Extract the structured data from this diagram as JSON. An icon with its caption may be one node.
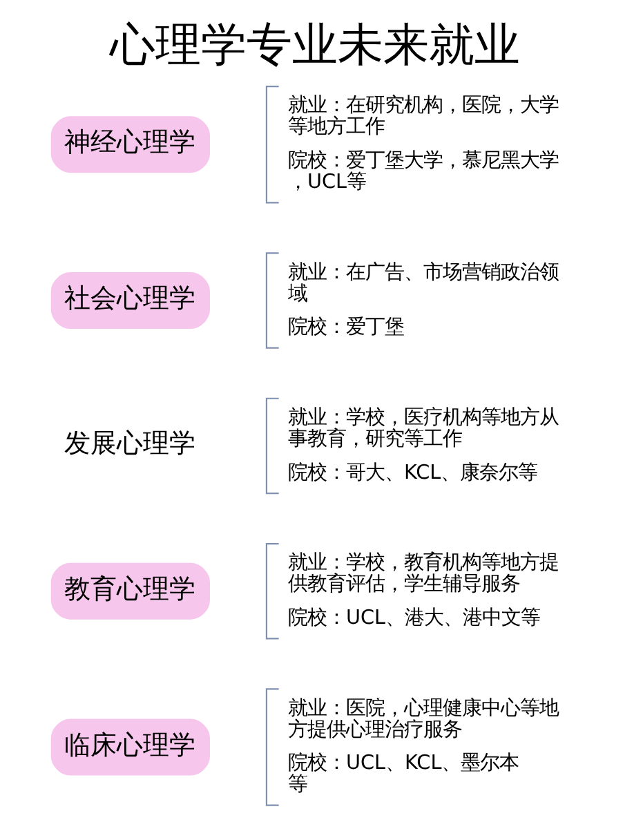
{
  "diagram": {
    "title": "心理学专业未来就业",
    "nodes": [
      {
        "text": [
          "临床心理学"
        ]
      },
      {
        "text": [
          "就业：医院，心理健康中心等地方提供心理治疗服务",
          "院校：UCL、KCL、墨尔本等"
        ]
      },
      {
        "text": [
          "教育心理学"
        ]
      },
      {
        "text": [
          "就业：学校，教育机构等地方提供教育评估，学生辅导服务",
          "院校：UCL、港大、港中文等"
        ]
      },
      {
        "text": [
          "发展心理学"
        ]
      },
      {
        "text": [
          "就业：学校，医疗机构等地方从事教育，研究等工作",
          "院校：哥大、KCL、康奈尔等"
        ]
      },
      {
        "text": [
          "社会心理学"
        ]
      },
      {
        "text": [
          "就业：在广告、市场营销政治领域",
          "院校：爱丁堡"
        ]
      },
      {
        "text": [
          "神经心理学"
        ]
      },
      {
        "text": [
          "就业：在研究机构，医院，大学等地方工作",
          "院校：爱丁堡大学，慕尼黑大学，UCL等"
        ]
      }
    ]
  }
}
